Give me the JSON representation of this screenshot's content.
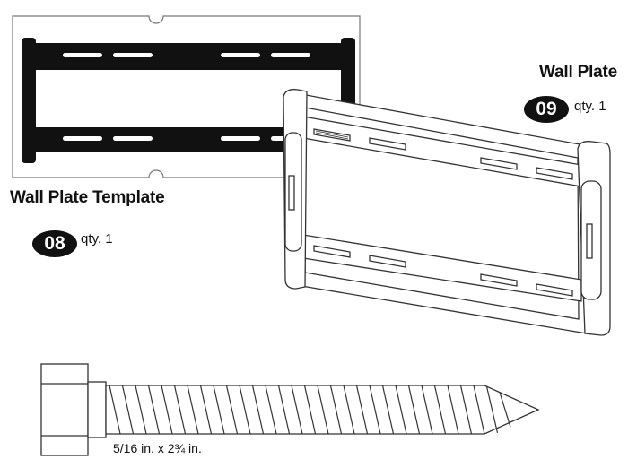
{
  "parts": [
    {
      "id": "template",
      "name": "Wall Plate Template",
      "number": "08",
      "quantity": "qty. 1"
    },
    {
      "id": "plate",
      "name": "Wall Plate",
      "number": "09",
      "quantity": "qty. 1"
    }
  ],
  "screw": {
    "size": "5/16 in. x 2¾ in."
  }
}
